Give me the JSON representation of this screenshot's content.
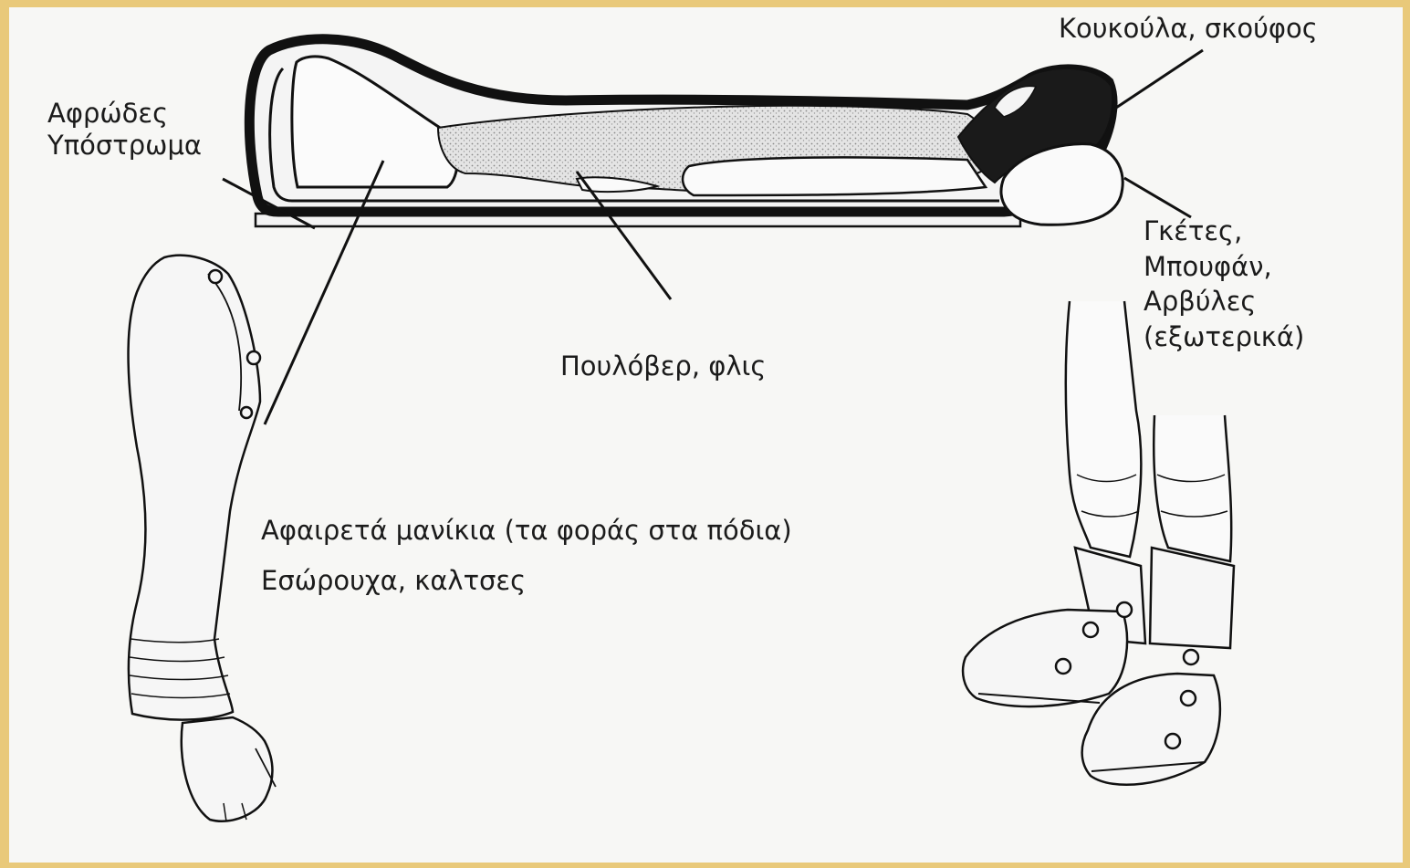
{
  "labels": {
    "foam_pad": [
      "Αφρώδες",
      "Υπόστρωμα"
    ],
    "hood": "Κουκούλα, σκούφος",
    "gaiters": [
      "Γκέτες,",
      "Μπουφάν,",
      "Αρβύλες",
      "(εξωτερικά)"
    ],
    "sweater": "Πουλόβερ, φλις",
    "sleeves": "Αφαιρετά μανίκια (τα φοράς στα πόδια)",
    "underwear": "Εσώρουχα, καλτσες"
  },
  "colors": {
    "frame": "#e9c97a",
    "paper": "#f7f7f5",
    "ink": "#1b1b1b",
    "shading": "#bdbdbd"
  },
  "icons": [
    "sleeping-bag-drawing",
    "detachable-sleeve-drawing",
    "boots-drawing"
  ]
}
